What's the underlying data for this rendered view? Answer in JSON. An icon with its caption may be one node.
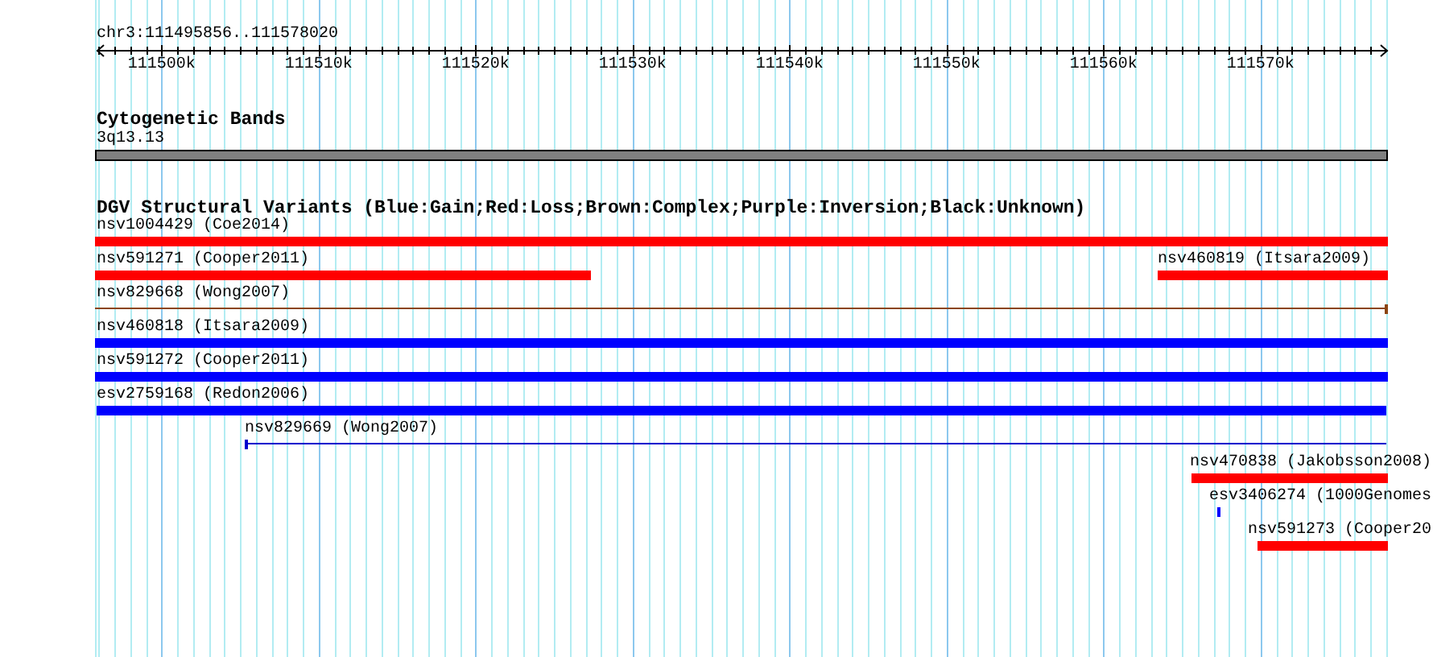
{
  "diagram": {
    "nodes": [
      {
        "text": [
          "3q13.13"
        ]
      },
      {
        "text": [
          "nsv1004429 (Coe2014)"
        ]
      },
      {
        "text": [
          "nsv591271 (Cooper2011)"
        ]
      },
      {
        "text": [
          "nsv460819 (Itsara2009)"
        ]
      },
      {
        "text": [
          "nsv829668 (Wong2007)"
        ]
      },
      {
        "text": [
          "nsv460818 (Itsara2009)"
        ]
      },
      {
        "text": [
          "nsv591272 (Cooper2011)"
        ]
      },
      {
        "text": [
          "esv2759168 (Redon2006)"
        ]
      },
      {
        "text": [
          "nsv829669 (Wong2007)"
        ]
      },
      {
        "text": [
          "nsv470838 (Jakobsson2008)"
        ]
      },
      {
        "text": [
          "esv3406274 (1000Genomes"
        ]
      },
      {
        "text": [
          "nsv591273 (Cooper20"
        ]
      }
    ],
    "labels": [
      "chr3:111495856..111578020",
      "111500k",
      "111510k",
      "111520k",
      "111530k",
      "111540k",
      "111550k",
      "111560k",
      "111570k",
      "Cytogenetic Bands",
      "DGV Structural Variants (Blue:Gain;Red:Loss;Brown:Complex;Purple:Inversion;Black:Unknown)"
    ]
  }
}
